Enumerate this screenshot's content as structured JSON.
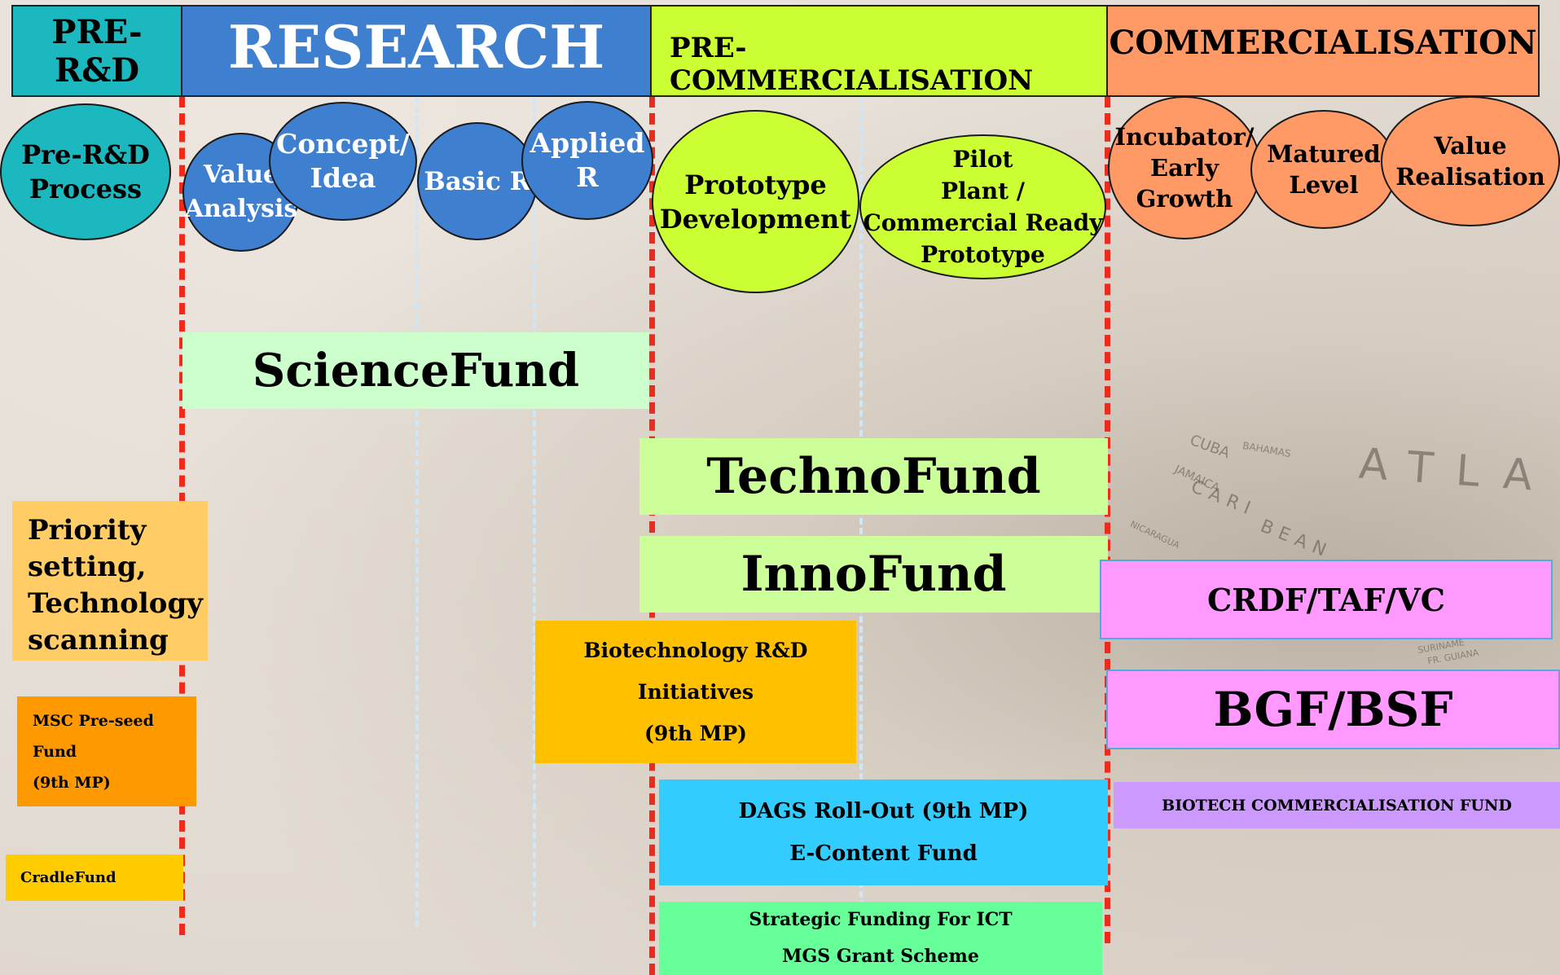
{
  "stages": {
    "pre_rnd": "PRE-R&D",
    "research": "RESEARCH",
    "pre_commercialisation": "PRE-COMMERCIALISATION",
    "commercialisation": "COMMERCIALISATION"
  },
  "phases": {
    "pre_rnd_process": [
      "Pre-R&D",
      "Process"
    ],
    "value_analysis": [
      "Value",
      "Analysis"
    ],
    "concept_idea": [
      "Concept/",
      "Idea"
    ],
    "basic_r": "Basic R",
    "applied_r": [
      "Applied",
      "R"
    ],
    "prototype_development": [
      "Prototype",
      "Development"
    ],
    "pilot_plant": [
      "Pilot",
      "Plant /",
      "Commercial Ready",
      "Prototype"
    ],
    "incubator": [
      "Incubator/",
      "Early",
      "Growth"
    ],
    "matured": [
      "Matured",
      "Level"
    ],
    "value_realisation": [
      "Value",
      "Realisation"
    ]
  },
  "funds": {
    "sciencefund": "ScienceFund",
    "technofund": "TechnoFund",
    "innofund": "InnoFund",
    "priority": [
      "Priority",
      "setting,",
      "Technology",
      "scanning"
    ],
    "msc": [
      "MSC Pre-seed",
      "Fund",
      "(9th MP)"
    ],
    "cradlefund": "CradleFund",
    "biotech_rnd": [
      "Biotechnology R&D",
      "Initiatives",
      "(9th MP)"
    ],
    "crdf": "CRDF/TAF/VC",
    "bgf": "BGF/BSF",
    "biotech_comm": "BIOTECH COMMERCIALISATION FUND",
    "dags": [
      "DAGS Roll-Out (9th MP)",
      "E-Content Fund"
    ],
    "strategic": [
      "Strategic Funding For ICT",
      "MGS Grant Scheme"
    ]
  },
  "background": {
    "map_text": [
      "ATLA",
      "CUBA",
      "BAHAMAS",
      "JAMAICA",
      "CARI",
      "BEAN",
      "SURINAME",
      "FR. GUIANA",
      "NICARAGUA"
    ]
  },
  "colors": {
    "teal": "#1bb9bf",
    "blue": "#3f7fd0",
    "lime": "#ccff33",
    "orange_hdr": "#ff9966",
    "red_dash": "#ee2a1c",
    "pale_green": "#ccffcc",
    "light_green": "#ccff99",
    "pink": "#ff99ff",
    "amber": "#ffc000",
    "sky": "#33ccff"
  }
}
